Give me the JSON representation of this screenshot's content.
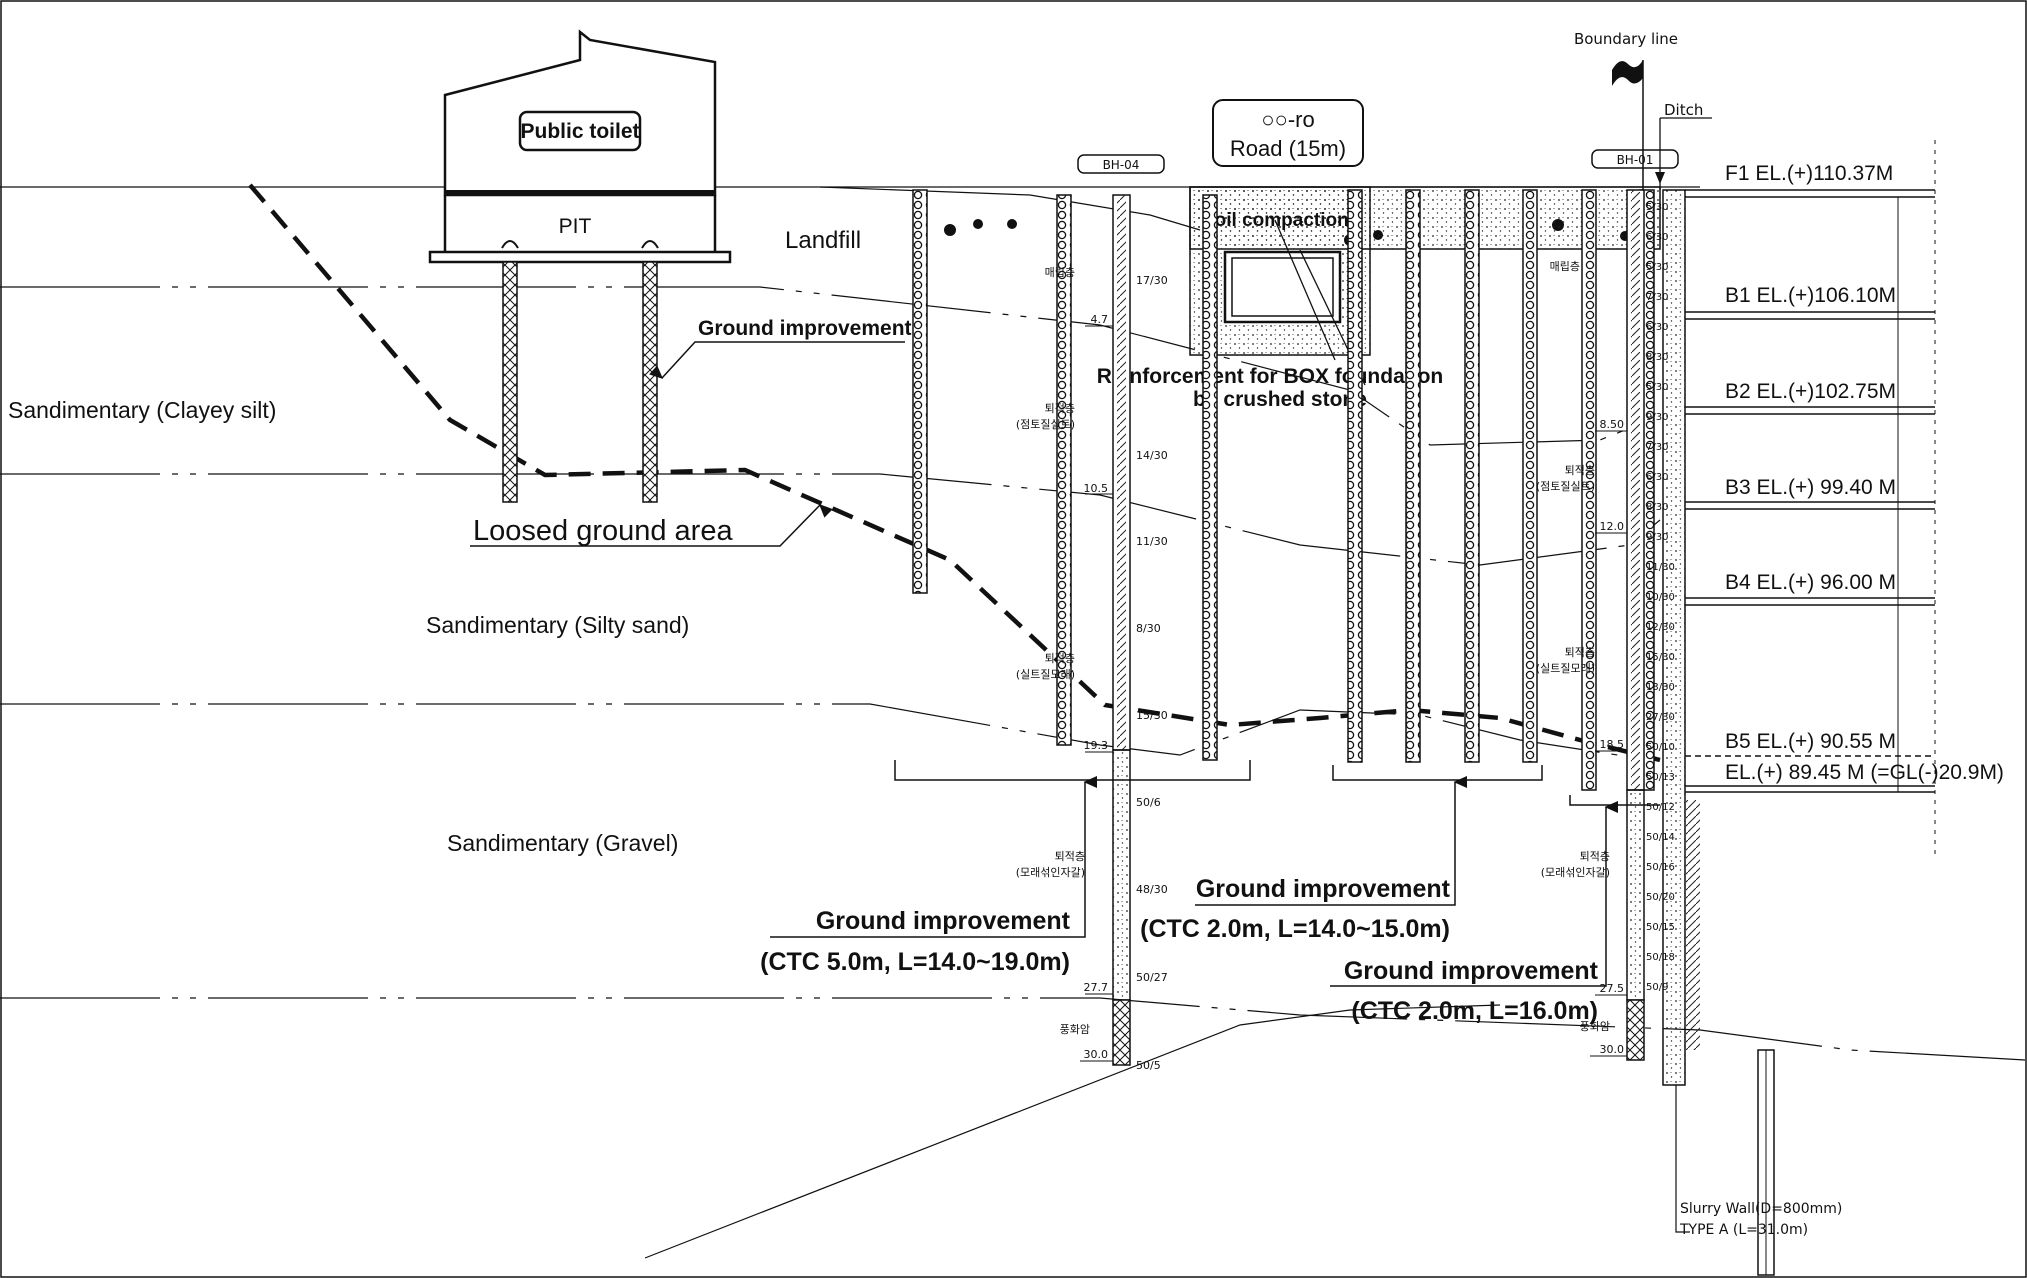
{
  "labels": {
    "boundary_line": "Boundary line",
    "ditch": "Ditch",
    "road_name": "○○-ro",
    "road_width": "Road (15m)",
    "public_toilet": "Public toilet",
    "pit": "PIT",
    "landfill": "Landfill",
    "soil_compaction": "Soil compaction",
    "box_reinforcement_1": "Reinforcement for BOX foundation",
    "box_reinforcement_2": "by crushed stone",
    "ground_improvement_toilet": "Ground improvement",
    "loosed_ground": "Loosed ground area",
    "clayey_silt": "Sandimentary (Clayey silt)",
    "silty_sand": "Sandimentary (Silty sand)",
    "gravel": "Sandimentary (Gravel)",
    "gi_a_title": "Ground improvement",
    "gi_a_spec": "(CTC 5.0m, L=14.0~19.0m)",
    "gi_b_title": "Ground improvement",
    "gi_b_spec": "(CTC 2.0m, L=14.0~15.0m)",
    "gi_c_title": "Ground improvement",
    "gi_c_spec": "(CTC 2.0m, L=16.0m)",
    "slurry_wall_1": "Slurry Wall(D=800mm)",
    "slurry_wall_2": "TYPE A (L=31.0m)"
  },
  "boreholes": {
    "bh04": {
      "tag": "BH-04",
      "layer_landfill": "매립층",
      "layer_sediment1a": "퇴적층",
      "layer_sediment1b": "(점토질실트)",
      "layer_sediment2a": "퇴적층",
      "layer_sediment2b": "(실트질모래)",
      "layer_sediment3a": "퇴적층",
      "layer_sediment3b": "(모래섞인자갈)",
      "layer_weathered": "풍화암",
      "depths": [
        "4.7",
        "10.5",
        "19.3",
        "27.7",
        "30.0"
      ],
      "spt": [
        "17/30",
        "14/30",
        "11/30",
        "8/30",
        "15/30",
        "50/6",
        "48/30",
        "50/27",
        "50/5"
      ]
    },
    "bh01": {
      "tag": "BH-01",
      "layer_landfill": "매립층",
      "layer_sediment1a": "퇴적층",
      "layer_sediment1b": "(점토질실트)",
      "layer_sediment2a": "퇴적층",
      "layer_sediment2b": "(실트질모래)",
      "layer_sediment3a": "퇴적층",
      "layer_sediment3b": "(모래섞인자갈)",
      "layer_weathered": "풍화암",
      "depths": [
        "8.50",
        "12.0",
        "18.5",
        "27.5",
        "30.0"
      ],
      "spt": [
        "5/30",
        "6/30",
        "5/30",
        "7/30",
        "6/30",
        "8/30",
        "5/30",
        "9/30",
        "7/30",
        "6/30",
        "8/30",
        "9/30",
        "11/30",
        "10/30",
        "12/30",
        "15/30",
        "13/30",
        "27/30",
        "50/10",
        "50/13",
        "50/12",
        "50/14",
        "50/16",
        "50/20",
        "50/15",
        "50/18",
        "50/9"
      ]
    }
  },
  "floors": [
    {
      "name": "F1",
      "text": "EL.(+)110.37M"
    },
    {
      "name": "B1",
      "text": "EL.(+)106.10M"
    },
    {
      "name": "B2",
      "text": "EL.(+)102.75M"
    },
    {
      "name": "B3",
      "text": "EL.(+) 99.40 M"
    },
    {
      "name": "B4",
      "text": "EL.(+) 96.00 M"
    },
    {
      "name": "B5",
      "text": "EL.(+) 90.55 M"
    }
  ],
  "excavation_bottom": "EL.(+) 89.45 M (=GL(-)20.9M)"
}
